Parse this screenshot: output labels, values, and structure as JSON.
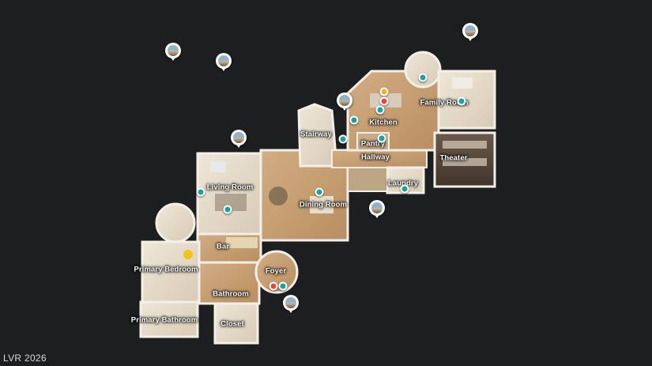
{
  "rooms": {
    "stairway": "Stairway",
    "kitchen": "Kitchen",
    "family_room": "Family Room",
    "pantry": "Pantry",
    "hallway": "Hallway",
    "theater": "Theater",
    "laundry": "Laundry",
    "living_room": "Living Room",
    "dining_room": "Dining Room",
    "bar": "Bar",
    "primary_bedroom": "Primary Bedroom",
    "foyer": "Foyer",
    "bathroom": "Bathroom",
    "primary_bathroom": "Primary Bathroom",
    "closet": "Closet"
  },
  "watermark": "LVR 2026",
  "colors": {
    "background": "#1d1e20",
    "sweep_teal": "#1aa39a",
    "sweep_red": "#e04b3a",
    "sweep_yellow": "#f0b323",
    "floor_wood": "#c9a57a",
    "floor_tile": "#e6dccd"
  },
  "icons": {
    "sweep_marker": "circle-dot-icon",
    "photo_marker": "photo-pin-icon"
  }
}
